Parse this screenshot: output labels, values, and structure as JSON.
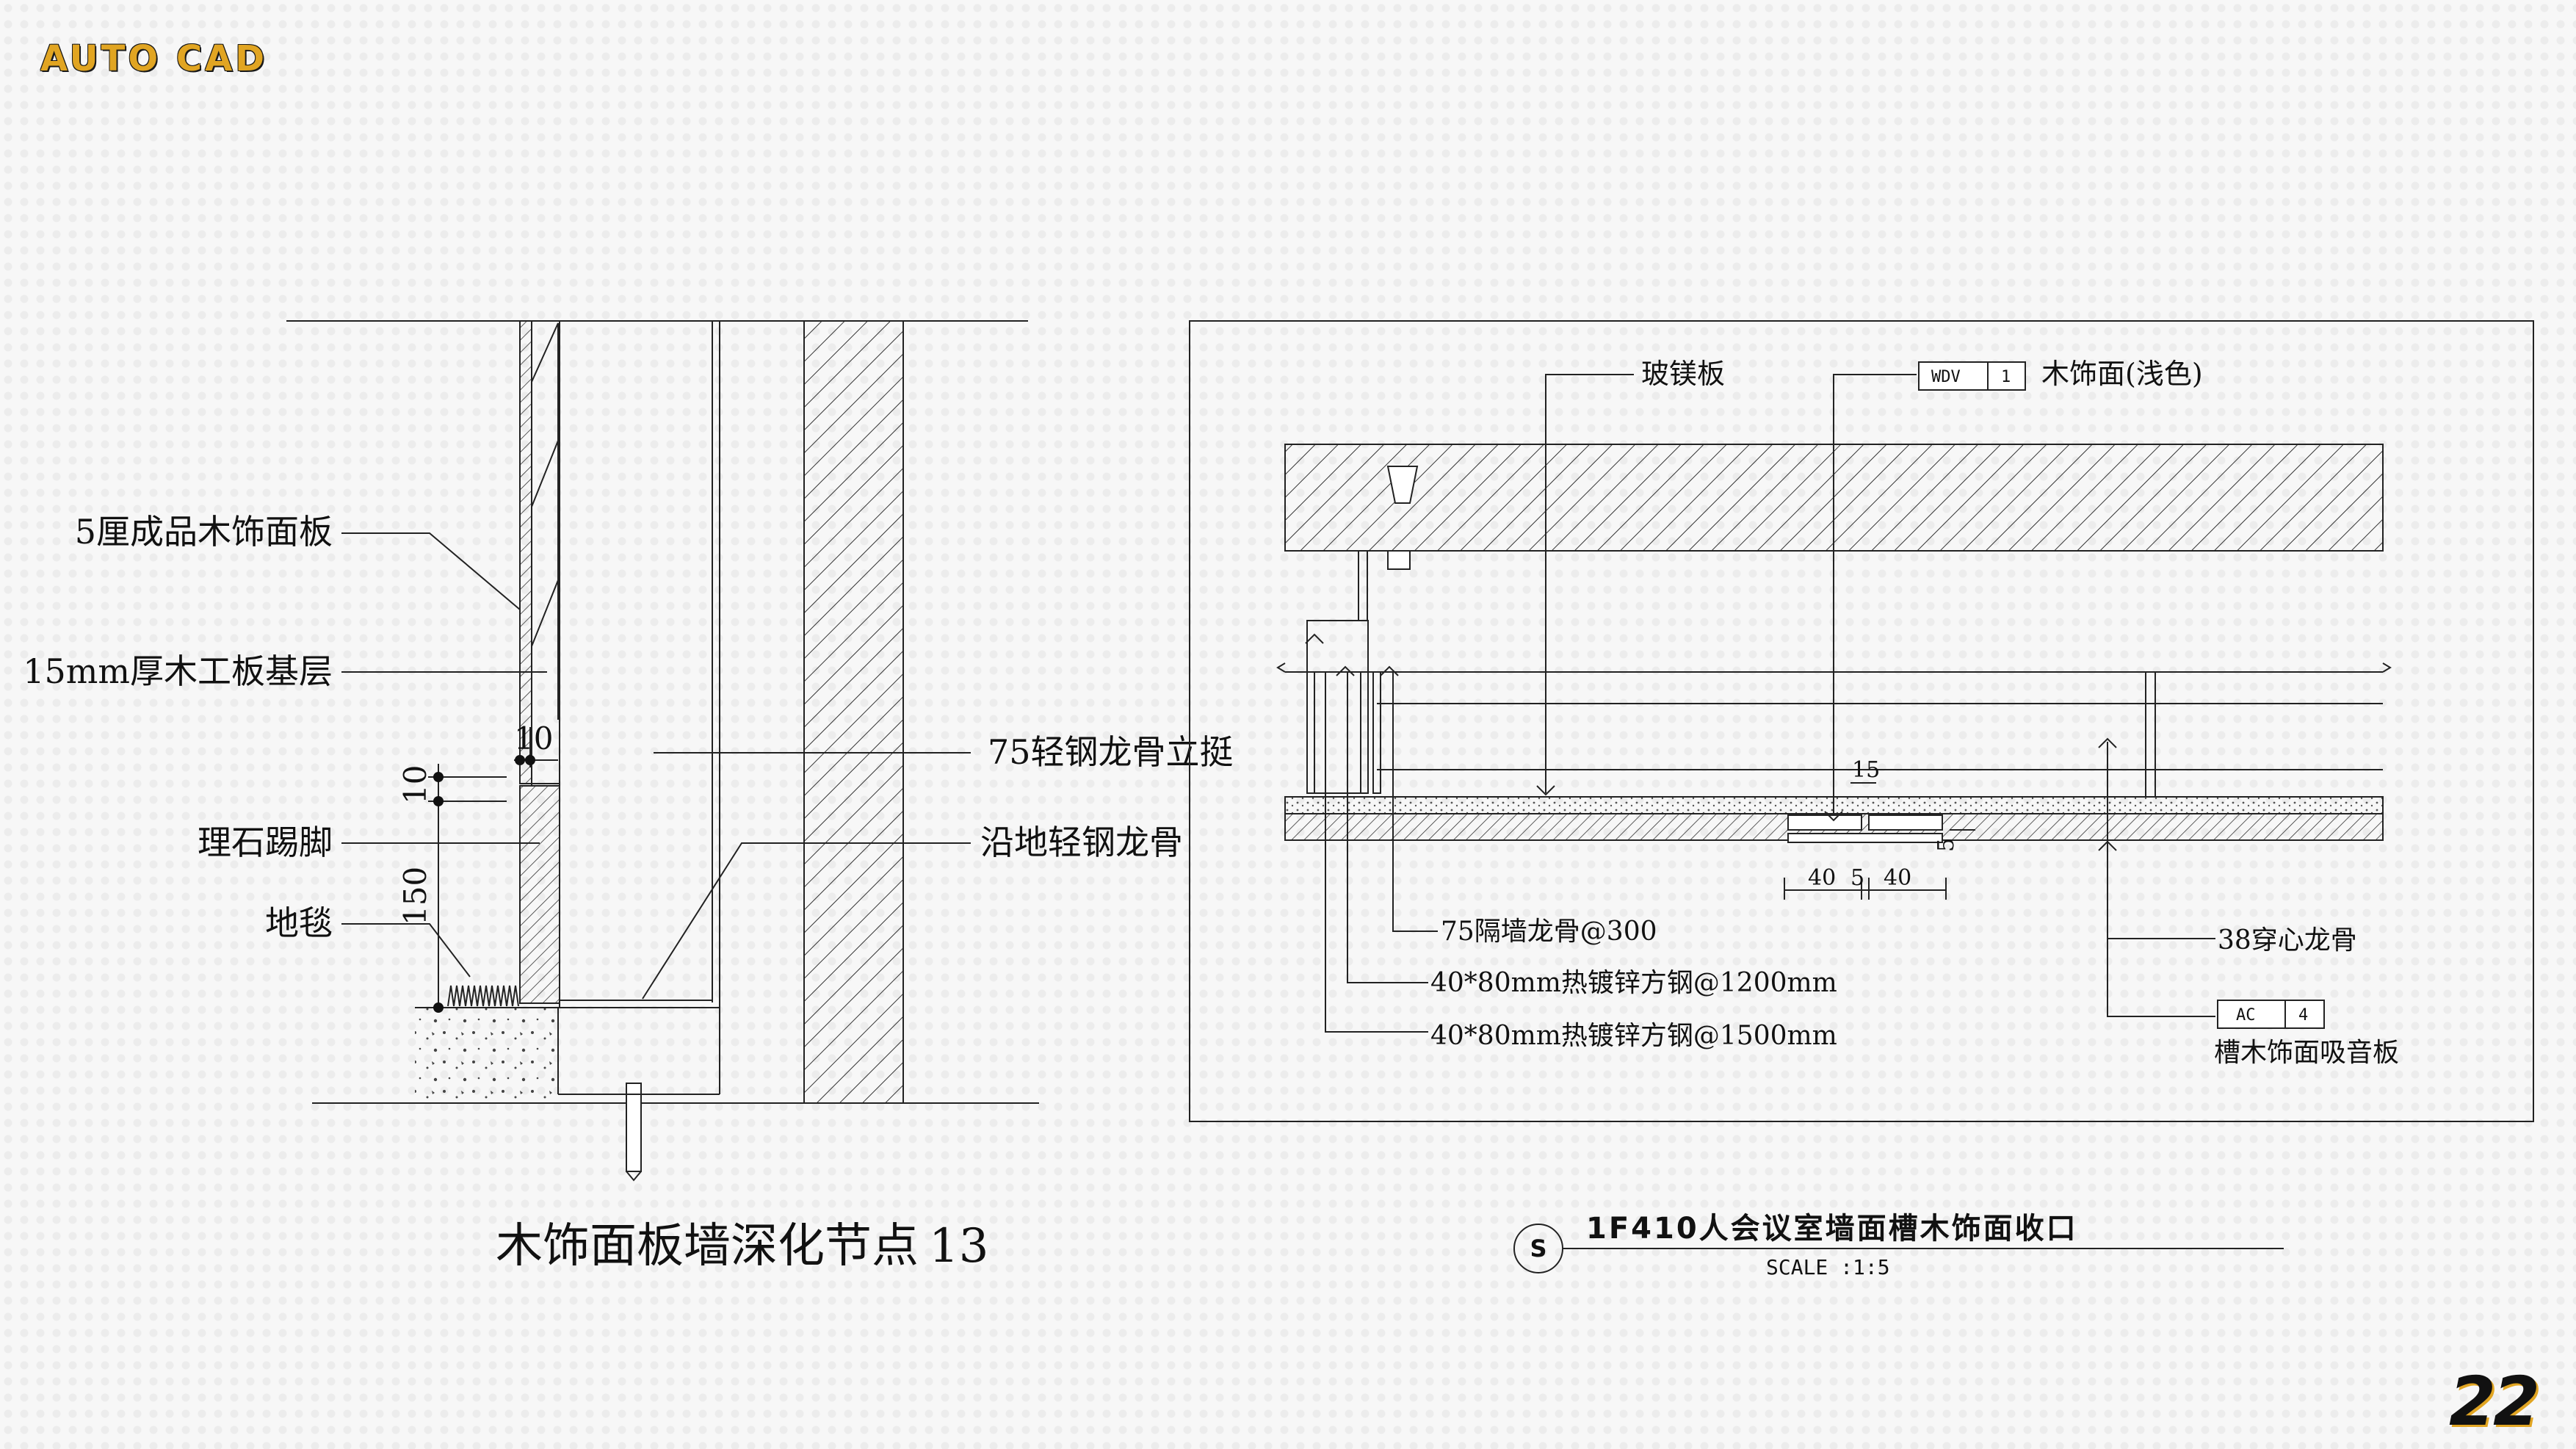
{
  "header": {
    "brand": "AUTO CAD"
  },
  "page_number": "22",
  "left_detail": {
    "labels": {
      "wood_panel": "5厘成品木饰面板",
      "plywood": "15mm厚木工板基层",
      "skirting": "理石踢脚",
      "carpet": "地毯",
      "steel_stud": "75轻钢龙骨立挺",
      "floor_track": "沿地轻钢龙骨"
    },
    "dims": {
      "d1": "10",
      "d2": "10",
      "d3": "150"
    },
    "title": "木饰面板墙深化节点",
    "number": "13"
  },
  "right_detail": {
    "labels": {
      "mgo_board": "玻镁板",
      "wood_face": "木饰面(浅色)",
      "partition_stud": "75隔墙龙骨@300",
      "steel_tube_1200": "40*80mm热镀锌方钢@1200mm",
      "steel_tube_1500": "40*80mm热镀锌方钢@1500mm",
      "channel_38": "38穿心龙骨",
      "acoustic_panel": "槽木饰面吸音板"
    },
    "tags": {
      "wdv_code": "WDV",
      "wdv_num": "1",
      "ac_code": "AC",
      "ac_num": "4"
    },
    "dims": {
      "d15": "15",
      "d5a": "5",
      "d40a": "40",
      "d5b": "5",
      "d40b": "40"
    },
    "title_symbol": "S",
    "title": "1F410人会议室墙面槽木饰面收口",
    "scale": "SCALE :1:5"
  }
}
